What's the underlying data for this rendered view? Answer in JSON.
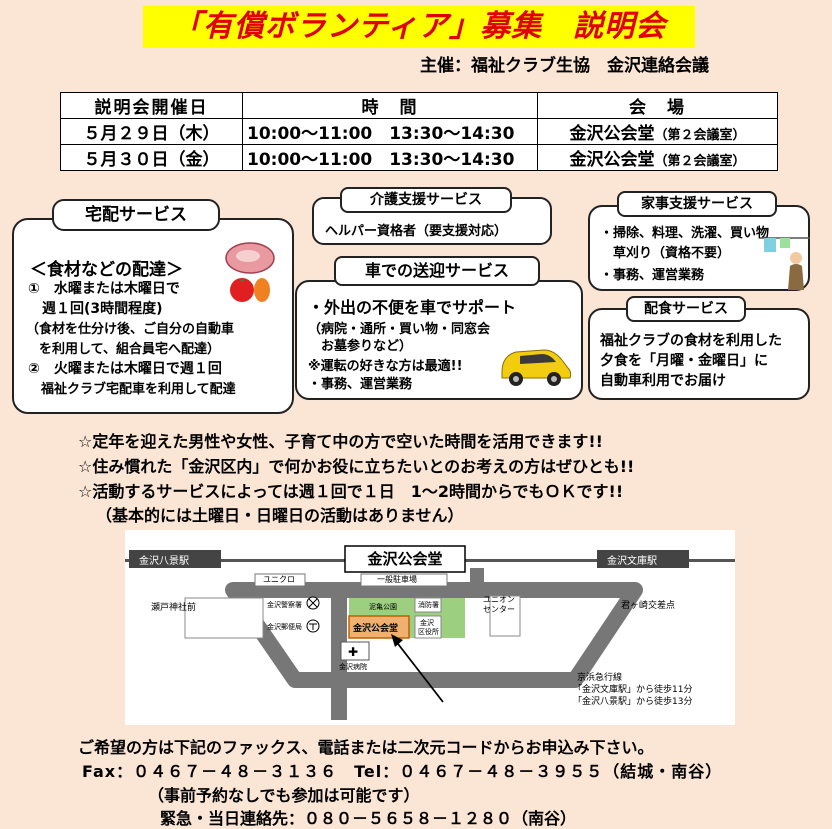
{
  "header": {
    "title": "「有償ボランティア」募集　説明会",
    "organizer": "主催：福祉クラブ生協　金沢連絡会議"
  },
  "schedule": {
    "headers": [
      "説明会開催日",
      "時　間",
      "会　場"
    ],
    "rows": [
      {
        "date": "５月２９日（木）",
        "time": "10:00～11:00　13:30～14:30",
        "venue": "金沢公会堂",
        "room": "（第２会議室）"
      },
      {
        "date": "５月３０日（金）",
        "time": "10:00～11:00　13:30～14:30",
        "venue": "金沢公会堂",
        "room": "（第２会議室）"
      }
    ]
  },
  "delivery": {
    "tag": "宅配サービス",
    "subtitle": "＜食材などの配達＞",
    "lines": [
      "①　水曜または木曜日で",
      "　週１回(3時間程度)",
      "（食材を仕分け後、ご自分の自動車",
      "　を利用して、組合員宅へ配達）",
      "②　火曜または木曜日で週１回",
      "　福祉クラブ宅配車を利用して配達"
    ]
  },
  "care": {
    "tag": "介護支援サービス",
    "line": "ヘルパー資格者（要支援対応）"
  },
  "transport": {
    "tag": "車での送迎サービス",
    "lines": [
      "・外出の不便を車でサポート",
      "（病院・通所・買い物・同窓会",
      "　お墓参りなど）",
      "※運転の好きな方は最適!!",
      "・事務、運営業務"
    ]
  },
  "housework": {
    "tag": "家事支援サービス",
    "lines": [
      "・掃除、料理、洗濯、買い物",
      "　草刈り（資格不要）",
      "・事務、運営業務"
    ]
  },
  "meal": {
    "tag": "配食サービス",
    "lines": [
      "福祉クラブの食材を利用した",
      "夕食を「月曜・金曜日」に",
      "自動車利用でお届け"
    ]
  },
  "notes": [
    "☆定年を迎えた男性や女性、子育て中の方で空いた時間を活用できます!!",
    "☆住み慣れた「金沢区内」で何かお役に立ちたいとのお考えの方はぜひとも!!",
    "☆活動するサービスによっては週１回で１日　1～2時間からでもＯＫです!!",
    "（基本的には土曜日・日曜日の活動はありません）"
  ],
  "map": {
    "station_left": "金沢八景駅",
    "station_right": "金沢文庫駅",
    "hall_title": "金沢公会堂",
    "uniqlo": "ユニクロ",
    "hall_building": "一般駐車場",
    "union": "ユニオン",
    "union_center": "センター",
    "seto": "瀬戸神社前",
    "kimigasaki": "君ヶ崎交差点",
    "police": "金沢警察署",
    "post": "金沢郵便局",
    "park": "泥亀公園",
    "fire": "消防署",
    "hall": "金沢公会堂",
    "ward": "金沢",
    "ward2": "区役所",
    "hospital": "金沢病院",
    "access_line": "京浜急行線",
    "access1": "「金沢文庫駅」から徒歩11分",
    "access2": "「金沢八景駅」から徒歩13分"
  },
  "footer": {
    "apply": "ご希望の方は下記のファックス、電話または二次元コードからお申込み下さい。",
    "contact": "Fax：０４６７－４８－３１３６　Tel：０４６７－４８－３９５５（結城・南谷）",
    "note": "（事前予約なしでも参加は可能です）",
    "emergency": "緊急・当日連絡先：０８０－５６５８－１２８０（南谷）"
  }
}
